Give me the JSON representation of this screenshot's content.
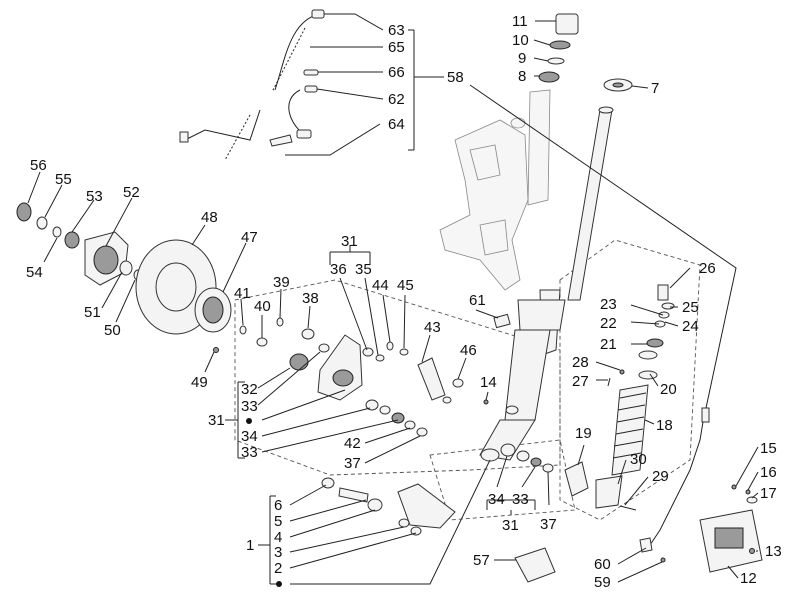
{
  "callouts": {
    "1": "1",
    "2": "2",
    "3": "3",
    "4": "4",
    "5": "5",
    "6": "6",
    "7": "7",
    "8": "8",
    "9": "9",
    "10": "10",
    "11": "11",
    "12": "12",
    "13": "13",
    "14": "14",
    "15": "15",
    "16": "16",
    "17": "17",
    "18": "18",
    "19": "19",
    "20": "20",
    "21": "21",
    "22": "22",
    "23": "23",
    "24": "24",
    "25": "25",
    "26": "26",
    "27": "27",
    "28": "28",
    "29": "29",
    "30": "30",
    "31": "31",
    "32": "32",
    "33": "33",
    "34": "34",
    "35": "35",
    "36": "36",
    "37": "37",
    "38": "38",
    "39": "39",
    "40": "40",
    "41": "41",
    "42": "42",
    "43": "43",
    "44": "44",
    "45": "45",
    "46": "46",
    "47": "47",
    "48": "48",
    "49": "49",
    "50": "50",
    "51": "51",
    "52": "52",
    "53": "53",
    "54": "54",
    "55": "55",
    "56": "56",
    "57": "57",
    "58": "58",
    "59": "59",
    "60": "60",
    "61": "61",
    "62": "62",
    "63": "63",
    "64": "64",
    "65": "65",
    "66": "66"
  }
}
